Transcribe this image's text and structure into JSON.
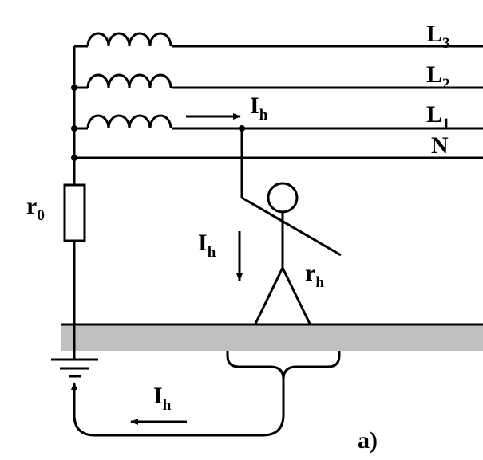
{
  "labels": {
    "l3": {
      "main": "L",
      "sub": "3"
    },
    "l2": {
      "main": "L",
      "sub": "2"
    },
    "l1": {
      "main": "L",
      "sub": "1"
    },
    "n": "N",
    "ih_top": {
      "main": "I",
      "sub": "h"
    },
    "r0": {
      "main": "r",
      "sub": "0"
    },
    "ih_body": {
      "main": "I",
      "sub": "h"
    },
    "rh": {
      "main": "r",
      "sub": "h"
    },
    "ih_ground": {
      "main": "I",
      "sub": "h"
    },
    "figure": "a)"
  },
  "colors": {
    "line": "#000000",
    "ground": "#c0c0c0"
  }
}
